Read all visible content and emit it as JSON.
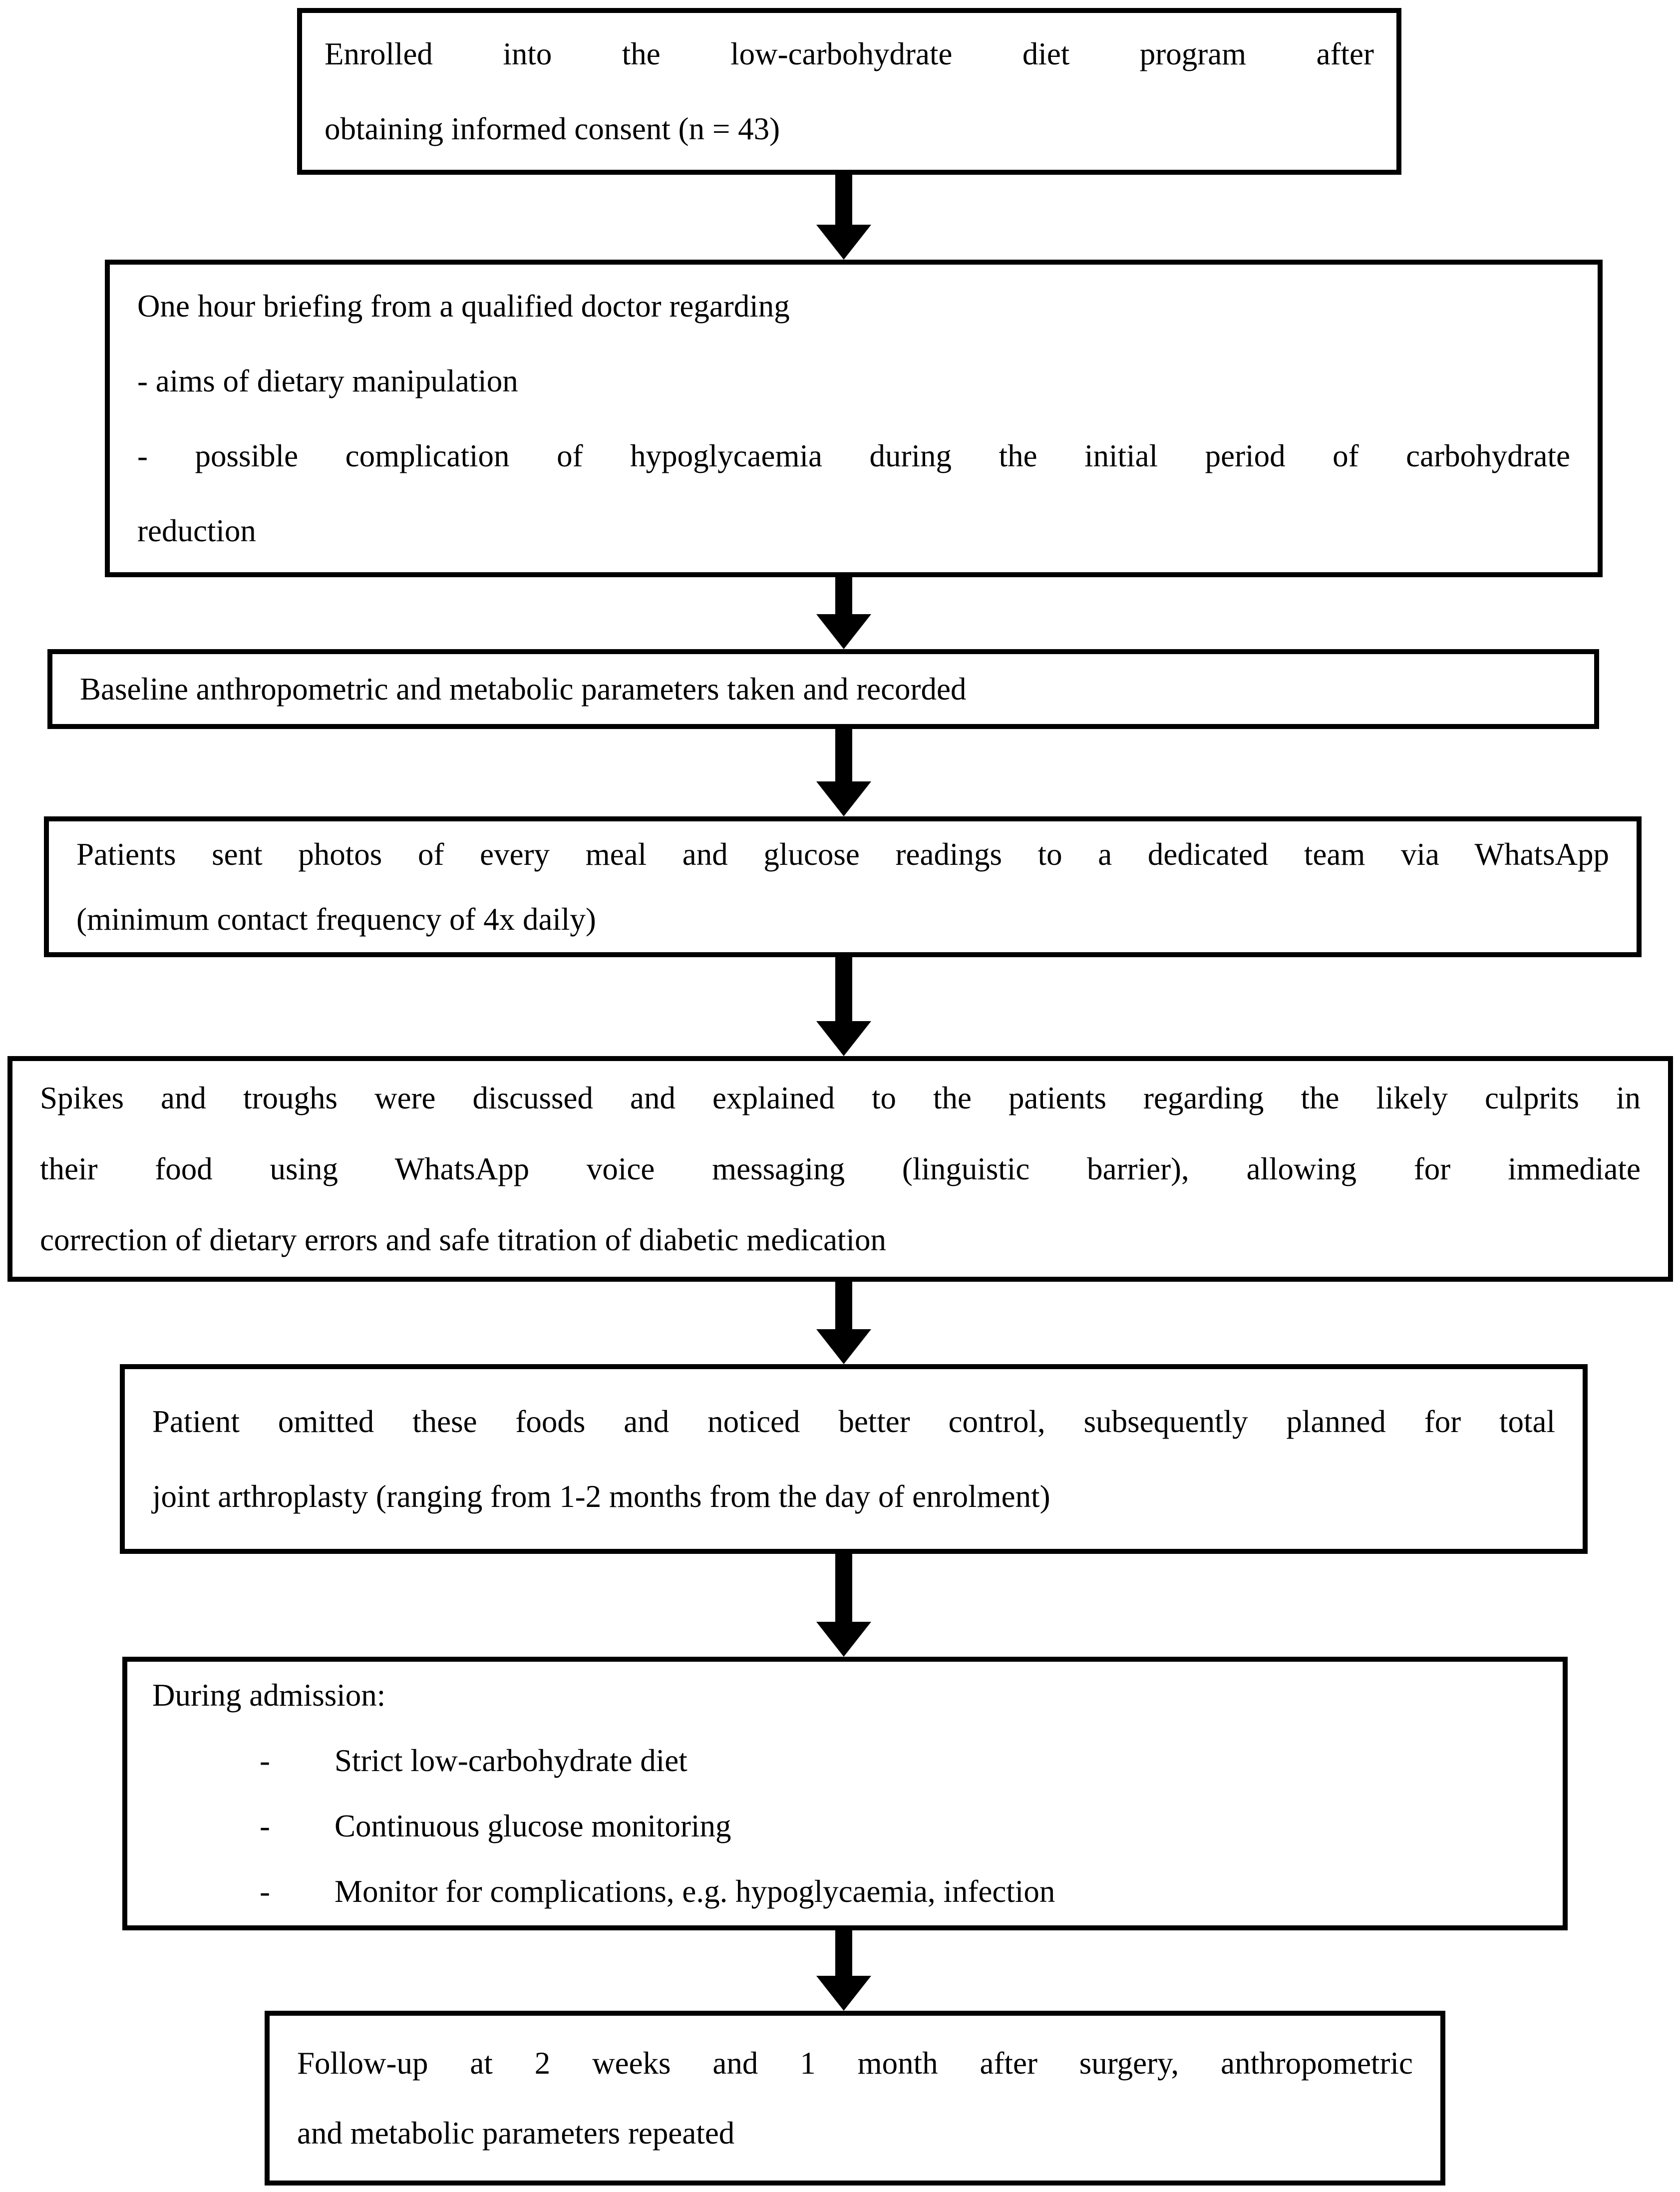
{
  "flowchart": {
    "boxes": [
      {
        "name": "enrollment",
        "lines": [
          "Enrolled into the low-carbohydrate diet program after",
          "obtaining informed consent (n = 43)"
        ]
      },
      {
        "name": "briefing",
        "lines": [
          "One hour briefing from a qualified doctor regarding",
          "- aims of dietary manipulation",
          "- possible complication of hypoglycaemia during the initial period of carbohydrate",
          "reduction"
        ]
      },
      {
        "name": "baseline",
        "lines": [
          "Baseline anthropometric and metabolic parameters taken and recorded"
        ]
      },
      {
        "name": "whatsapp-monitoring",
        "lines": [
          "Patients sent photos of every meal and glucose readings to a dedicated team via WhatsApp",
          "(minimum contact frequency of 4x daily)"
        ]
      },
      {
        "name": "feedback",
        "lines": [
          "Spikes and troughs were discussed and explained to the patients regarding the likely culprits in",
          "their food using WhatsApp voice messaging (linguistic barrier), allowing for immediate",
          "correction of dietary errors and safe titration of diabetic medication"
        ]
      },
      {
        "name": "surgery-planning",
        "lines": [
          "Patient omitted these foods and noticed better control, subsequently planned for total",
          "joint arthroplasty (ranging from 1-2 months from the day of enrolment)"
        ]
      },
      {
        "name": "admission",
        "title": "During admission:",
        "marker": "-",
        "bullets": [
          "Strict low-carbohydrate diet",
          "Continuous glucose monitoring",
          "Monitor for complications, e.g. hypoglycaemia, infection"
        ]
      },
      {
        "name": "follow-up",
        "lines": [
          "Follow-up at 2 weeks and 1 month after surgery, anthropometric",
          "and metabolic parameters repeated"
        ]
      }
    ],
    "colors": {
      "line_color": "#000000",
      "background": "#ffffff"
    }
  }
}
